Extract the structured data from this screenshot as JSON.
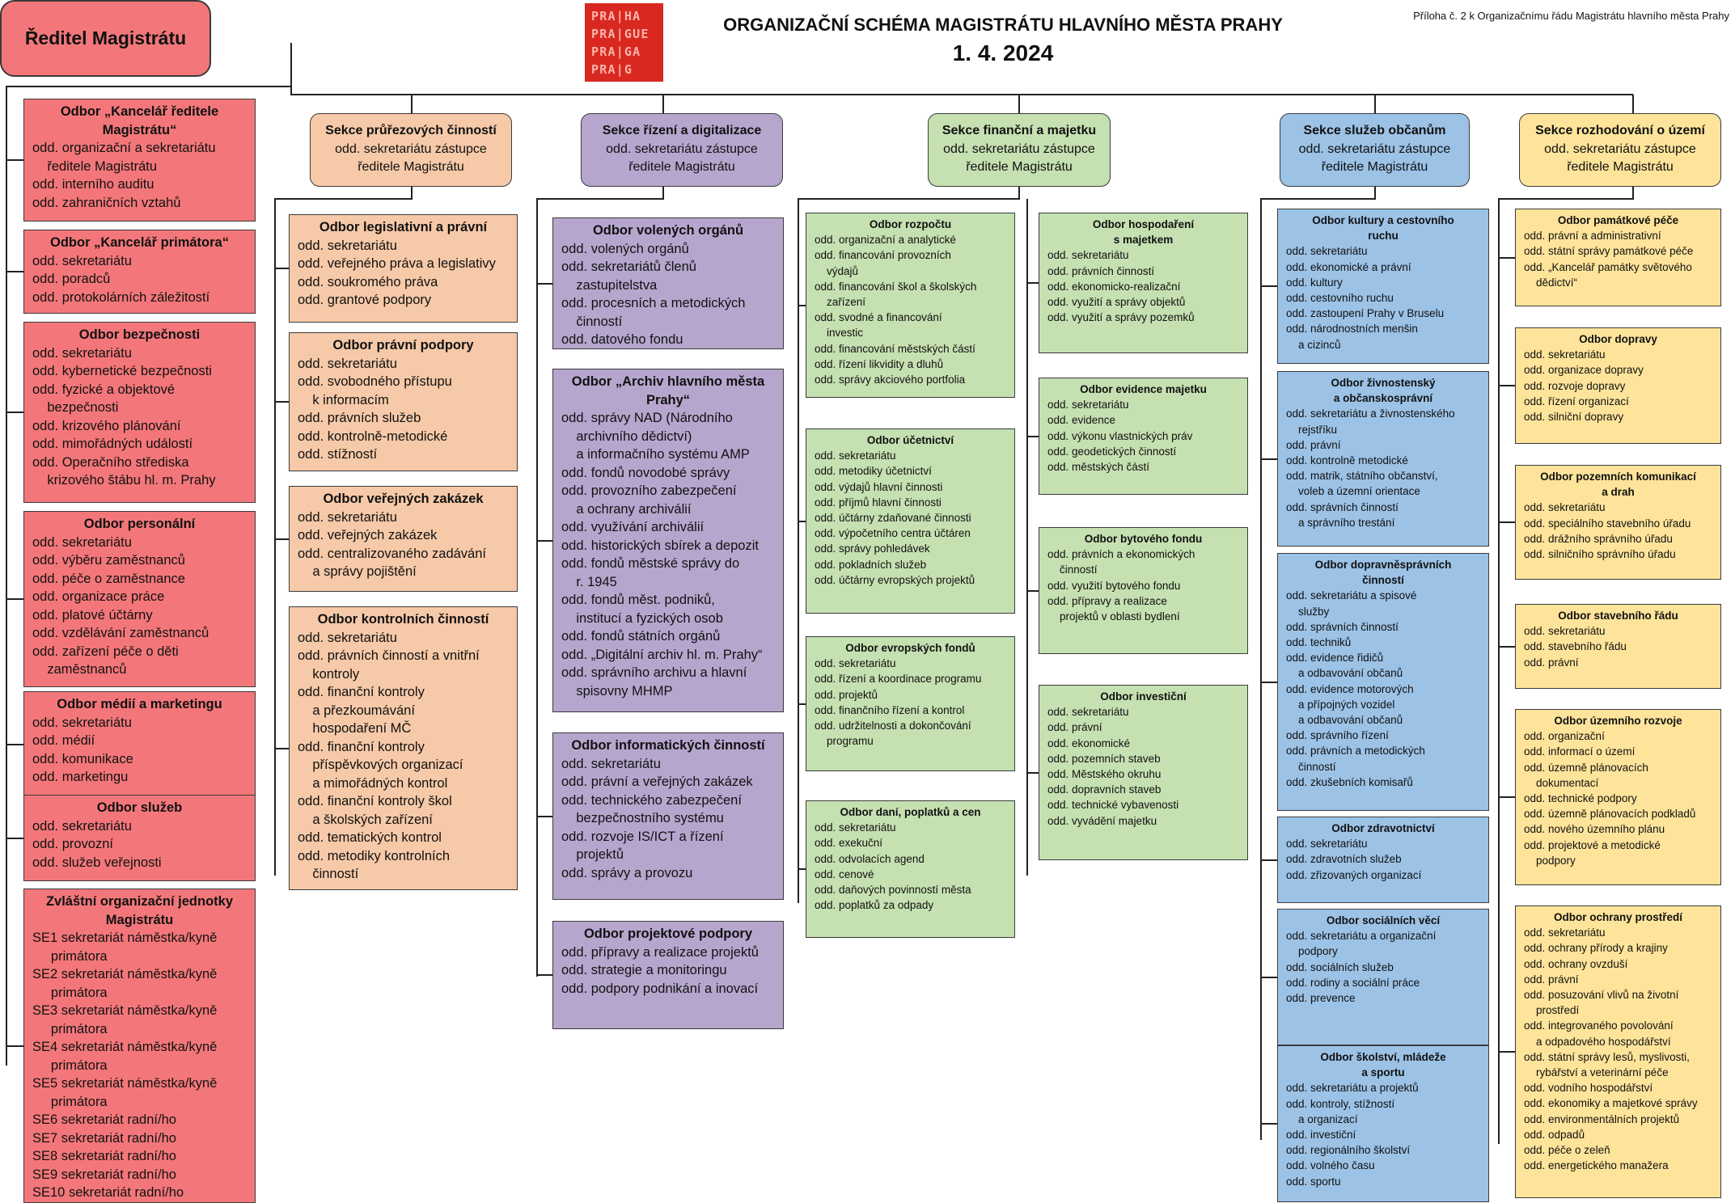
{
  "header": {
    "title": "ORGANIZAČNÍ SCHÉMA MAGISTRÁTU HLAVNÍHO MĚSTA PRAHY",
    "date": "1. 4. 2024",
    "attachment": "Příloha č. 2 k Organizačnímu řádu Magistrátu hlavního města Prahy",
    "logo": [
      "PRA|HA",
      "PRA|GUE",
      "PRA|GA",
      "PRA|G"
    ],
    "director": "Ředitel Magistrátu"
  },
  "colors": {
    "red": "#f3777a",
    "peach": "#f6c9a8",
    "purple": "#b6a6ce",
    "green": "#c5e0b1",
    "blue": "#9cc2e6",
    "yellow": "#fee49a",
    "logo": "#d9281f"
  },
  "sections": [
    {
      "title": "Sekce průřezových činností",
      "lines": [
        "odd. sekretariátu zástupce",
        "ředitele Magistrátu"
      ]
    },
    {
      "title": "Sekce řízení a digitalizace",
      "lines": [
        "odd. sekretariátu zástupce",
        "ředitele Magistrátu"
      ]
    },
    {
      "title": "Sekce finanční a majetku",
      "lines": [
        "odd. sekretariátu zástupce",
        "ředitele Magistrátu"
      ]
    },
    {
      "title": "Sekce služeb občanům",
      "lines": [
        "odd. sekretariátu zástupce",
        "ředitele Magistrátu"
      ]
    },
    {
      "title": "Sekce rozhodování o území",
      "lines": [
        "odd. sekretariátu zástupce",
        "ředitele Magistrátu"
      ]
    }
  ],
  "boxes": [
    {
      "title": [
        "Odbor „Kancelář ředitele",
        "Magistrátu“"
      ],
      "lines": [
        "odd. organizační a sekretariátu",
        "    ředitele Magistrátu",
        "odd. interního auditu",
        "odd. zahraničních vztahů"
      ]
    },
    {
      "title": [
        "Odbor „Kancelář primátora“"
      ],
      "lines": [
        "odd. sekretariátu",
        "odd. poradců",
        "odd. protokolárních záležitostí"
      ]
    },
    {
      "title": [
        "Odbor bezpečnosti"
      ],
      "lines": [
        "odd. sekretariátu",
        "odd. kybernetické bezpečnosti",
        "odd. fyzické a objektové",
        "    bezpečnosti",
        "odd. krizového plánování",
        "odd. mimořádných událostí",
        "odd. Operačního střediska",
        "    krizového štábu hl. m. Prahy"
      ]
    },
    {
      "title": [
        "Odbor personální"
      ],
      "lines": [
        "odd. sekretariátu",
        "odd. výběru zaměstnanců",
        "odd. péče o zaměstnance",
        "odd. organizace práce",
        "odd. platové účtárny",
        "odd. vzdělávání zaměstnanců",
        "odd. zařízení péče o děti",
        "    zaměstnanců"
      ]
    },
    {
      "title": [
        "Odbor médií a marketingu"
      ],
      "lines": [
        "odd. sekretariátu",
        "odd. médií",
        "odd. komunikace",
        "odd. marketingu"
      ]
    },
    {
      "title": [
        "Odbor služeb"
      ],
      "lines": [
        "odd. sekretariátu",
        "odd. provozní",
        "odd. služeb veřejnosti"
      ]
    },
    {
      "title": [
        "Zvláštní organizační jednotky",
        "Magistrátu"
      ],
      "lines": [
        "SE1 sekretariát náměstka/kyně",
        "     primátora",
        "SE2 sekretariát náměstka/kyně",
        "     primátora",
        "SE3 sekretariát náměstka/kyně",
        "     primátora",
        "SE4 sekretariát náměstka/kyně",
        "     primátora",
        "SE5 sekretariát náměstka/kyně",
        "     primátora",
        "SE6 sekretariát radní/ho",
        "SE7 sekretariát radní/ho",
        "SE8 sekretariát radní/ho",
        "SE9 sekretariát radní/ho",
        "SE10 sekretariát radní/ho"
      ]
    },
    {
      "title": [
        "Odbor legislativní a právní"
      ],
      "lines": [
        "odd. sekretariátu",
        "odd. veřejného práva a legislativy",
        "odd. soukromého práva",
        "odd. grantové podpory"
      ]
    },
    {
      "title": [
        "Odbor právní podpory"
      ],
      "lines": [
        "odd. sekretariátu",
        "odd. svobodného přístupu",
        "    k informacím",
        "odd. právních služeb",
        "odd. kontrolně-metodické",
        "odd. stížností"
      ]
    },
    {
      "title": [
        "Odbor veřejných zakázek"
      ],
      "lines": [
        "odd. sekretariátu",
        "odd. veřejných zakázek",
        "odd. centralizovaného zadávání",
        "    a správy pojištění"
      ]
    },
    {
      "title": [
        "Odbor kontrolních činností"
      ],
      "lines": [
        "odd. sekretariátu",
        "odd. právních činností a vnitřní",
        "    kontroly",
        "odd. finanční kontroly",
        "    a přezkoumávání",
        "    hospodaření MČ",
        "odd. finanční kontroly",
        "    příspěvkových organizací",
        "    a mimořádných kontrol",
        "odd. finanční kontroly škol",
        "    a školských zařízení",
        "odd. tematických kontrol",
        "odd. metodiky kontrolních",
        "    činností"
      ]
    },
    {
      "title": [
        "Odbor volených orgánů"
      ],
      "lines": [
        "odd. volených orgánů",
        "odd. sekretariátů členů",
        "    zastupitelstva",
        "odd. procesních a metodických",
        "    činností",
        "odd. datového fondu"
      ]
    },
    {
      "title": [
        "Odbor „Archiv hlavního města",
        "Prahy“"
      ],
      "lines": [
        "odd. správy NAD (Národního",
        "    archivního dědictví)",
        "    a informačního systému AMP",
        "odd. fondů novodobé správy",
        "odd. provozního zabezpečení",
        "    a ochrany archiválií",
        "odd. využívání archiválií",
        "odd. historických sbírek a depozit",
        "odd. fondů městské správy do",
        "    r. 1945",
        "odd. fondů měst. podniků,",
        "    institucí a fyzických osob",
        "odd. fondů státních orgánů",
        "odd. „Digitální archiv hl. m. Prahy“",
        "odd. správního archivu a hlavní",
        "    spisovny MHMP"
      ]
    },
    {
      "title": [
        "Odbor informatických činností"
      ],
      "lines": [
        "odd. sekretariátu",
        "odd. právní a veřejných zakázek",
        "odd. technického zabezpečení",
        "    bezpečnostního systému",
        "odd. rozvoje IS/ICT a řízení",
        "    projektů",
        "odd. správy a provozu"
      ]
    },
    {
      "title": [
        "Odbor projektové podpory"
      ],
      "lines": [
        "odd. přípravy a realizace projektů",
        "odd. strategie a monitoringu",
        "odd. podpory podnikání a inovací"
      ]
    },
    {
      "title": [
        "Odbor rozpočtu"
      ],
      "lines": [
        "odd. organizační a analytické",
        "odd. financování provozních",
        "    výdajů",
        "odd. financování škol a školských",
        "    zařízení",
        "odd. svodné a financování",
        "    investic",
        "odd. financování městských částí",
        "odd. řízení likvidity a dluhů",
        "odd. správy akciového portfolia"
      ]
    },
    {
      "title": [
        "Odbor účetnictví"
      ],
      "lines": [
        "odd. sekretariátu",
        "odd. metodiky účetnictví",
        "odd. výdajů hlavní činnosti",
        "odd. příjmů hlavní činnosti",
        "odd. účtárny zdaňované činnosti",
        "odd. výpočetního centra účtáren",
        "odd. správy pohledávek",
        "odd. pokladních služeb",
        "odd. účtárny evropských projektů"
      ]
    },
    {
      "title": [
        "Odbor evropských fondů"
      ],
      "lines": [
        "odd. sekretariátu",
        "odd. řízení a koordinace programu",
        "odd. projektů",
        "odd. finančního řízení a kontrol",
        "odd. udržitelnosti a dokončování",
        "    programu"
      ]
    },
    {
      "title": [
        "Odbor daní, poplatků a cen"
      ],
      "lines": [
        "odd. sekretariátu",
        "odd. exekuční",
        "odd. odvolacích agend",
        "odd. cenové",
        "odd. daňových povinností města",
        "odd. poplatků za odpady"
      ]
    },
    {
      "title": [
        "Odbor hospodaření",
        "s majetkem"
      ],
      "lines": [
        "odd. sekretariátu",
        "odd. právních činností",
        "odd. ekonomicko-realizační",
        "odd. využití a správy objektů",
        "odd. využití a správy pozemků"
      ]
    },
    {
      "title": [
        "Odbor evidence majetku"
      ],
      "lines": [
        "odd. sekretariátu",
        "odd. evidence",
        "odd. výkonu vlastnických práv",
        "odd. geodetických činností",
        "odd. městských částí"
      ]
    },
    {
      "title": [
        "Odbor bytového fondu"
      ],
      "lines": [
        "odd. právních a ekonomických",
        "    činností",
        "odd. využití bytového fondu",
        "odd. přípravy a realizace",
        "    projektů v oblasti bydlení"
      ]
    },
    {
      "title": [
        "Odbor investiční"
      ],
      "lines": [
        "odd. sekretariátu",
        "odd. právní",
        "odd. ekonomické",
        "odd. pozemních staveb",
        "odd. Městského okruhu",
        "odd. dopravních staveb",
        "odd. technické vybavenosti",
        "odd. vyvádění majetku"
      ]
    },
    {
      "title": [
        "Odbor kultury a cestovního",
        "ruchu"
      ],
      "lines": [
        "odd. sekretariátu",
        "odd. ekonomické a právní",
        "odd. kultury",
        "odd. cestovního ruchu",
        "odd. zastoupení Prahy v Bruselu",
        "odd. národnostních menšin",
        "    a cizinců"
      ]
    },
    {
      "title": [
        "Odbor živnostenský",
        "a občanskosprávní"
      ],
      "lines": [
        "odd. sekretariátu a živnostenského",
        "    rejstříku",
        "odd. právní",
        "odd. kontrolně metodické",
        "odd. matrik, státního občanství,",
        "    voleb a územní orientace",
        "odd. správních činností",
        "    a správního trestání"
      ]
    },
    {
      "title": [
        "Odbor dopravněsprávních",
        "činností"
      ],
      "lines": [
        "odd. sekretariátu a spisové",
        "    služby",
        "odd. správních činností",
        "odd. techniků",
        "odd. evidence řidičů",
        "    a odbavování občanů",
        "odd. evidence motorových",
        "    a přípojných vozidel",
        "    a odbavování občanů",
        "odd. správního řízení",
        "odd. právních a metodických",
        "    činností",
        "odd. zkušebních komisařů"
      ]
    },
    {
      "title": [
        "Odbor zdravotnictví"
      ],
      "lines": [
        "odd. sekretariátu",
        "odd. zdravotních služeb",
        "odd. zřizovaných organizací"
      ]
    },
    {
      "title": [
        "Odbor sociálních věcí"
      ],
      "lines": [
        "odd. sekretariátu a organizační",
        "    podpory",
        "odd. sociálních služeb",
        "odd. rodiny a sociální práce",
        "odd. prevence"
      ]
    },
    {
      "title": [
        "Odbor školství, mládeže",
        "a sportu"
      ],
      "lines": [
        "odd. sekretariátu a projektů",
        "odd. kontroly, stížností",
        "    a organizací",
        "odd. investiční",
        "odd. regionálního školství",
        "odd. volného času",
        "odd. sportu"
      ]
    },
    {
      "title": [
        "Odbor památkové péče"
      ],
      "lines": [
        "odd. právní a administrativní",
        "odd. státní správy památkové péče",
        "odd. „Kancelář památky světového",
        "    dědictví“"
      ]
    },
    {
      "title": [
        "Odbor dopravy"
      ],
      "lines": [
        "odd. sekretariátu",
        "odd. organizace dopravy",
        "odd. rozvoje dopravy",
        "odd. řízení organizací",
        "odd. silniční dopravy"
      ]
    },
    {
      "title": [
        "Odbor pozemních komunikací",
        "a drah"
      ],
      "lines": [
        "odd. sekretariátu",
        "odd. speciálního stavebního úřadu",
        "odd. drážního správního úřadu",
        "odd. silničního správního úřadu"
      ]
    },
    {
      "title": [
        "Odbor stavebního řádu"
      ],
      "lines": [
        "odd. sekretariátu",
        "odd. stavebního řádu",
        "odd. právní"
      ]
    },
    {
      "title": [
        "Odbor územního rozvoje"
      ],
      "lines": [
        "odd. organizační",
        "odd. informací o území",
        "odd. územně plánovacích",
        "    dokumentací",
        "odd. technické podpory",
        "odd. územně plánovacích podkladů",
        "odd. nového územního plánu",
        "odd. projektové a metodické",
        "    podpory"
      ]
    },
    {
      "title": [
        "Odbor ochrany prostředí"
      ],
      "lines": [
        "odd. sekretariátu",
        "odd. ochrany přírody a krajiny",
        "odd. ochrany ovzduší",
        "odd. právní",
        "odd. posuzování vlivů na životní",
        "    prostředí",
        "odd. integrovaného povolování",
        "    a odpadového hospodářství",
        "odd. státní správy lesů, myslivosti,",
        "    rybářství a veterinární péče",
        "odd. vodního hospodářství",
        "odd. ekonomiky a majetkové správy",
        "odd. environmentálních projektů",
        "odd. odpadů",
        "odd. péče o zeleň",
        "odd. energetického manažera"
      ]
    }
  ]
}
